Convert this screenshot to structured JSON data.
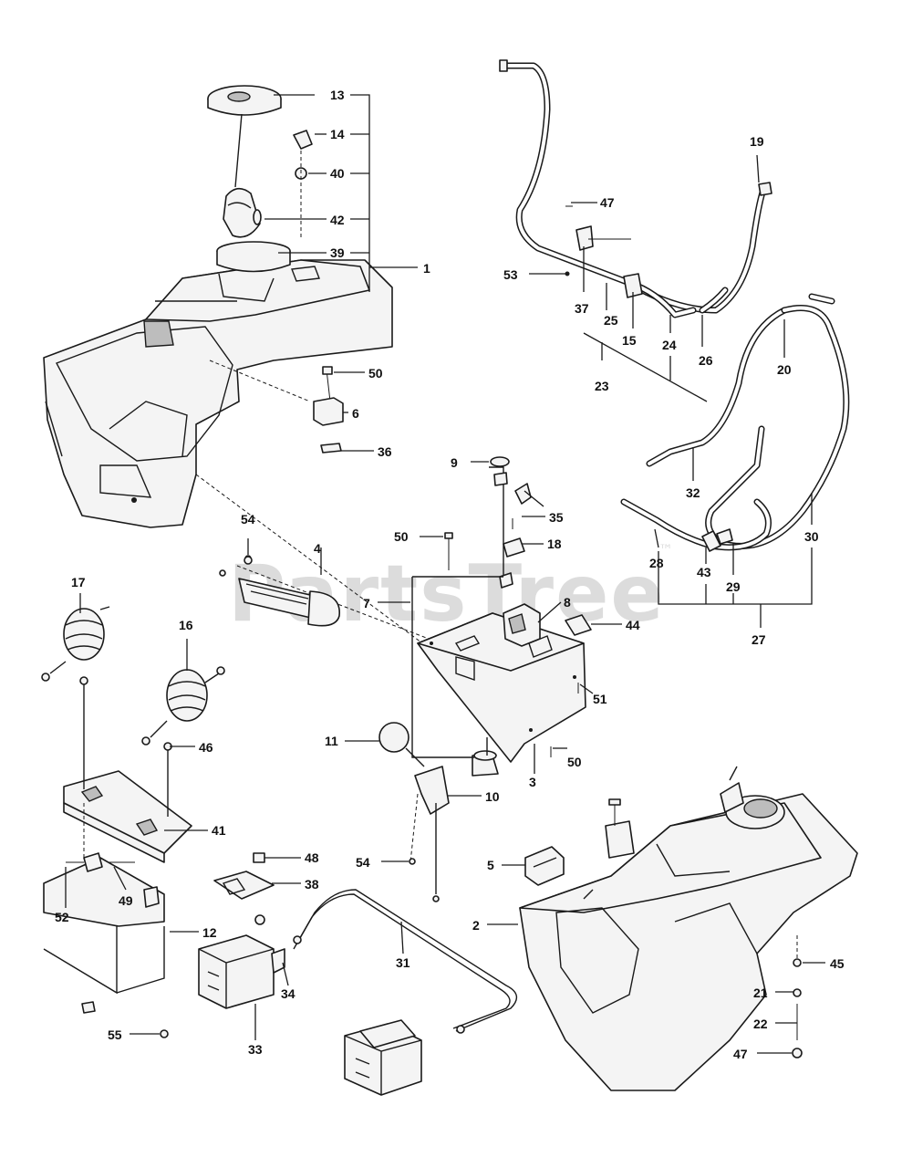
{
  "watermark": {
    "text": "PartsTree",
    "mark": "™"
  },
  "callouts": {
    "c1": "1",
    "c2": "2",
    "c3": "3",
    "c4": "4",
    "c5": "5",
    "c6": "6",
    "c7": "7",
    "c8": "8",
    "c9": "9",
    "c10": "10",
    "c11": "11",
    "c12": "12",
    "c13": "13",
    "c14": "14",
    "c15": "15",
    "c16": "16",
    "c17": "17",
    "c18": "18",
    "c19": "19",
    "c20": "20",
    "c21": "21",
    "c22": "22",
    "c23": "23",
    "c24": "24",
    "c25": "25",
    "c26": "26",
    "c27": "27",
    "c28": "28",
    "c29": "29",
    "c30": "30",
    "c31": "31",
    "c32": "32",
    "c33": "33",
    "c34": "34",
    "c35": "35",
    "c36": "36",
    "c37": "37",
    "c38": "38",
    "c39": "39",
    "c40": "40",
    "c41": "41",
    "c42": "42",
    "c43": "43",
    "c44": "44",
    "c45": "45",
    "c46": "46",
    "c47a": "47",
    "c47b": "47",
    "c48": "48",
    "c49": "49",
    "c50a": "50",
    "c50b": "50",
    "c50c": "50",
    "c51": "51",
    "c52": "52",
    "c53": "53",
    "c54a": "54",
    "c54b": "54",
    "c55": "55"
  }
}
